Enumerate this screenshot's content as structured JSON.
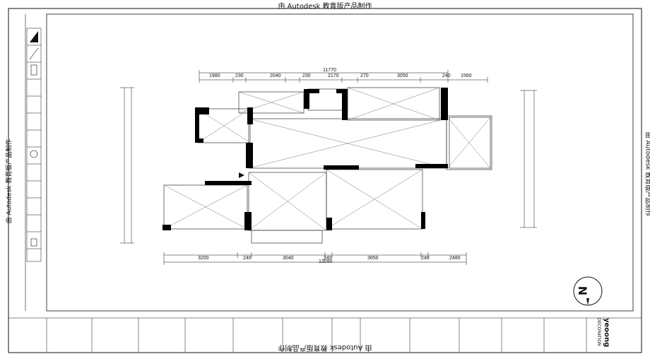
{
  "watermark": {
    "top": "由 Autodesk 教育版产品制作",
    "bottom": "由 Autodesk 教育版产品制作",
    "left": "由 Autodesk 教育版产品制作",
    "right": "由 Autodesk 教育版产品制作"
  },
  "dimensions": {
    "top_total": "11770",
    "top_segments": [
      "1980",
      "230",
      "2040",
      "230",
      "2170",
      "270",
      "3050",
      "240",
      "1560"
    ],
    "bottom_total": "13090",
    "bottom_segments": [
      "3200",
      "240",
      "3040",
      "240",
      "3650",
      "240",
      "2480"
    ]
  },
  "compass": {
    "north_label": "N"
  },
  "logo": {
    "brand": "yeoong",
    "sub": "DECORATION"
  },
  "colors": {
    "ink": "#111111",
    "wall": "#000000",
    "paper": "#ffffff",
    "line": "#555555"
  }
}
